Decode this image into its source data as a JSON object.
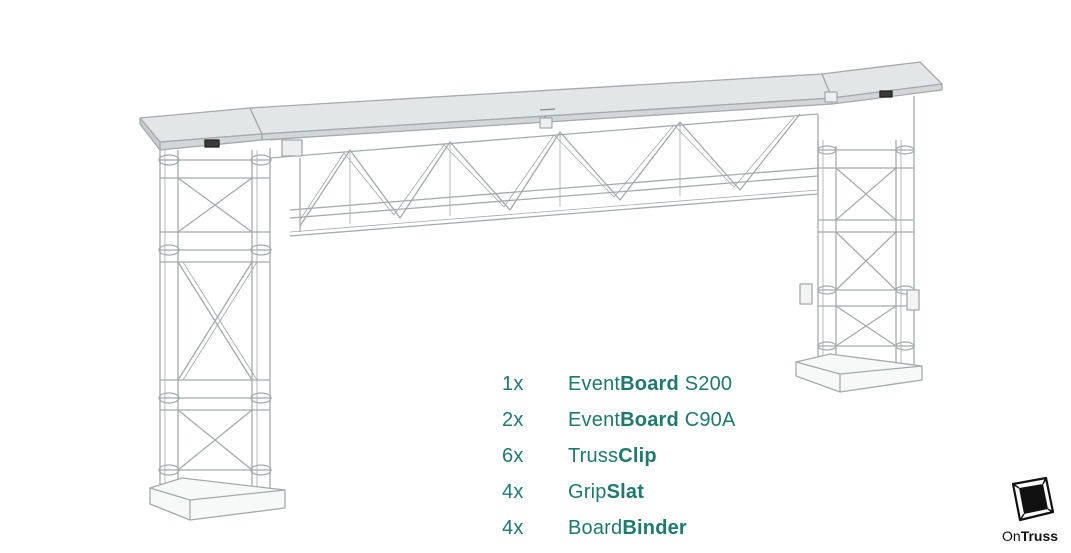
{
  "parts": [
    {
      "qty": "1x",
      "name_regular": "Event",
      "name_bold": "Board",
      "name_suffix": " S200"
    },
    {
      "qty": "2x",
      "name_regular": "Event",
      "name_bold": "Board",
      "name_suffix": " C90A"
    },
    {
      "qty": "6x",
      "name_regular": "Truss",
      "name_bold": "Clip",
      "name_suffix": ""
    },
    {
      "qty": "4x",
      "name_regular": "Grip",
      "name_bold": "Slat",
      "name_suffix": ""
    },
    {
      "qty": "4x",
      "name_regular": "Board",
      "name_bold": "Binder",
      "name_suffix": ""
    }
  ],
  "logo": {
    "regular": "On",
    "bold": "Truss"
  },
  "colors": {
    "accent": "#1d7a6f",
    "truss_line": "#9aa0a2",
    "board": "#e3e6e7"
  }
}
